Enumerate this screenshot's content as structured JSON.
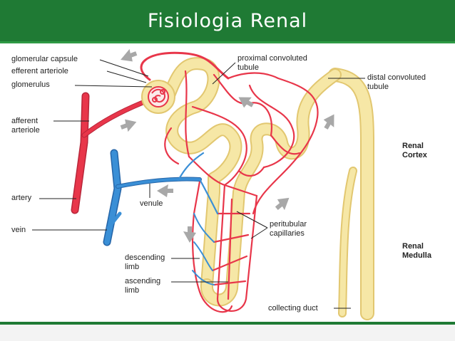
{
  "title": "Fisiologia Renal",
  "labels": {
    "glomerular_capsule": "glomerular capsule",
    "efferent_arteriole": "efferent arteriole",
    "glomerulus": "glomerulus",
    "afferent_arteriole_line1": "afferent",
    "afferent_arteriole_line2": "arteriole",
    "artery": "artery",
    "vein": "vein",
    "venule": "venule",
    "descending_limb_line1": "descending",
    "descending_limb_line2": "limb",
    "ascending_limb_line1": "ascending",
    "ascending_limb_line2": "limb",
    "proximal_tubule_line1": "proximal convoluted",
    "proximal_tubule_line2": "tubule",
    "distal_tubule_line1": "distal convoluted",
    "distal_tubule_line2": "tubule",
    "peritubular_line1": "peritubular",
    "peritubular_line2": "capillaries",
    "collecting_duct": "collecting duct",
    "renal_cortex_line1": "Renal",
    "renal_cortex_line2": "Cortex",
    "renal_medulla_line1": "Renal",
    "renal_medulla_line2": "Medulla"
  },
  "colors": {
    "header_green": "#1f7a34",
    "artery_red": "#e8364a",
    "vein_blue": "#3a8fd6",
    "tubule_yellow": "#f6e7a6",
    "tubule_edge": "#e2c770",
    "arrow_gray": "#a8a8a8"
  }
}
